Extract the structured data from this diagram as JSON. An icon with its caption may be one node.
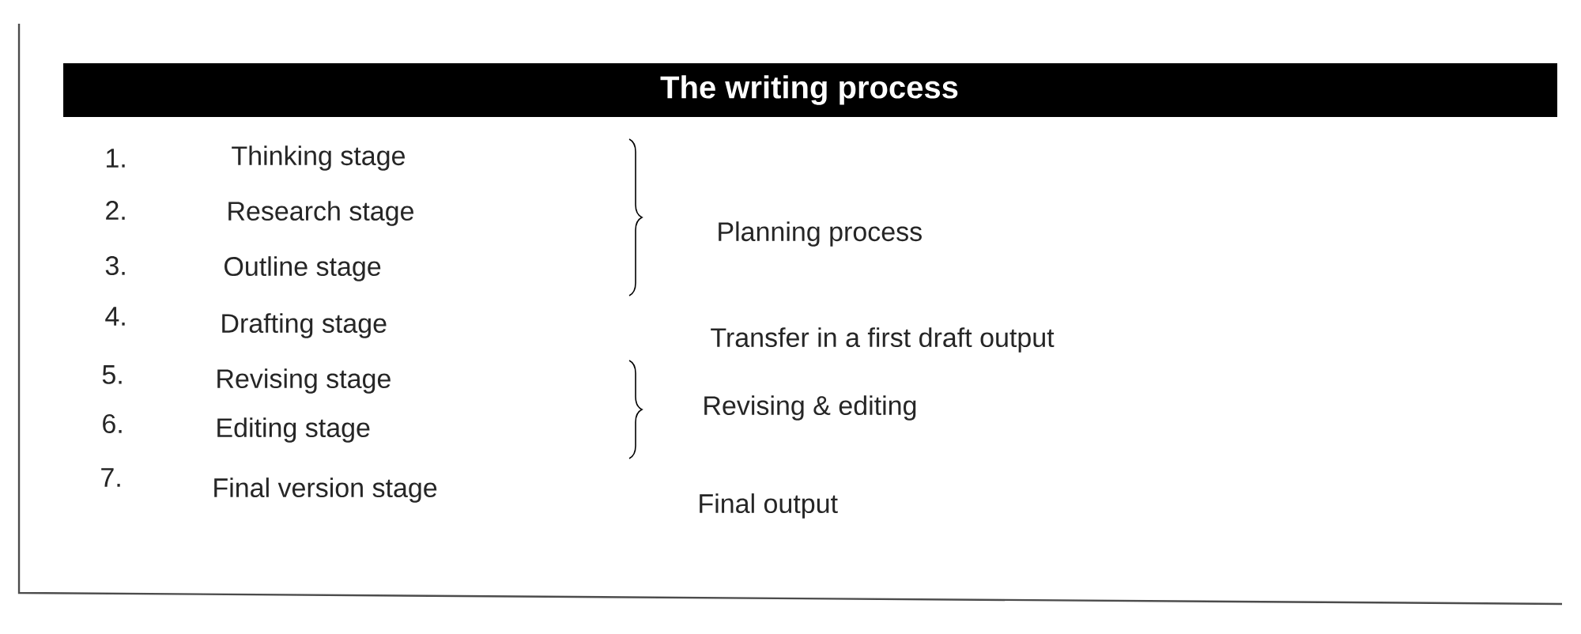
{
  "diagram": {
    "title": "The writing process",
    "labels": [
      "1.",
      "Thinking stage",
      "2.",
      "Research stage",
      "Planning process",
      "3.",
      "Outline stage",
      "4.",
      "Drafting stage",
      "Transfer in a first draft output",
      "5.",
      "Revising stage",
      "6.",
      "Editing stage",
      "Revising & editing",
      "7.",
      "Final version stage",
      "Final output"
    ]
  }
}
